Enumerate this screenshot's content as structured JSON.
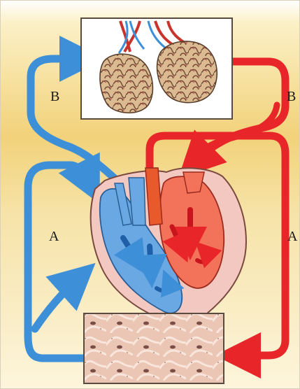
{
  "labels": {
    "left_upper": "B",
    "right_upper": "B",
    "left_lower": "A",
    "right_lower": "A"
  },
  "colors": {
    "background_top": "#fdf6d8",
    "background_band": "#f3cf6a",
    "oxygen_poor": "#3d8fd8",
    "oxygen_rich": "#e8262a",
    "heart_wall": "#f3c8c0",
    "tissue": "#e9bfae",
    "lung": "#d9b58a"
  }
}
